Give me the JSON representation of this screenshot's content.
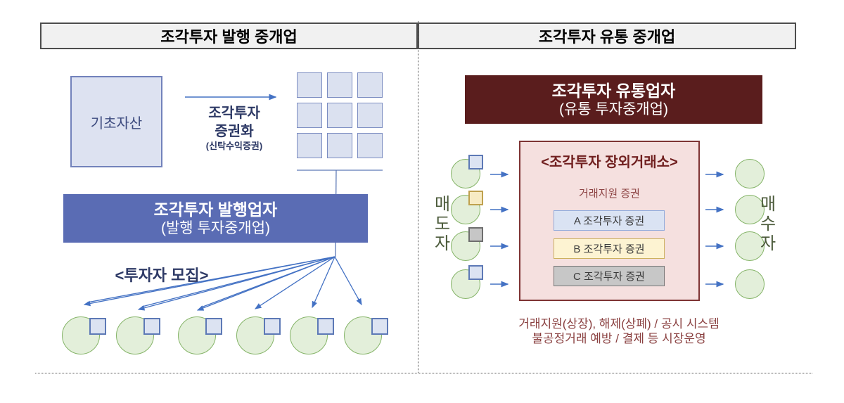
{
  "left_panel": {
    "header": "조각투자 발행 중개업",
    "asset_box_label": "기초자산",
    "securitization_line1": "조각투자",
    "securitization_line2": "증권화",
    "securitization_line3": "(신탁수익증권)",
    "issuer_banner_title": "조각투자 발행업자",
    "issuer_banner_subtitle": "(발행 투자중개업)",
    "recruit_label": "<투자자 모집>",
    "investor_count": 6,
    "token_grid_cells": 9
  },
  "right_panel": {
    "header": "조각투자 유통 중개업",
    "distributor_banner_title": "조각투자 유통업자",
    "distributor_banner_subtitle": "(유통 투자중개업)",
    "exchange_title": "<조각투자 장외거래소>",
    "exchange_subtitle": "거래지원 증권",
    "securities": [
      "A 조각투자 증권",
      "B 조각투자 증권",
      "C 조각투자 증권"
    ],
    "seller_label": "매도자",
    "seller_label_chars": [
      "매",
      "도",
      "자"
    ],
    "buyer_label": "매수자",
    "buyer_label_chars": [
      "매",
      "수",
      "자"
    ],
    "footer_line1": "거래지원(상장), 해제(상폐) / 공시 시스템",
    "footer_line2": "불공정거래 예방 / 결제 등 시장운영"
  },
  "colors": {
    "arrow_blue": "#4472c4",
    "issuer_banner": "#5a6cb4",
    "distributor_banner": "#5a1d1d",
    "exchange_fill": "#f5e0df",
    "exchange_border": "#7e3434",
    "circle_fill": "#e3efda",
    "circle_border": "#85b468",
    "token_blue_fill": "#dce3f2",
    "token_yellow_fill": "#f7ebc4",
    "token_gray_fill": "#c6c6c6",
    "security_a_fill": "#dae3f3",
    "security_b_fill": "#fdf3d2",
    "security_c_fill": "#c7c7c7",
    "header_fill": "#f1f1f1",
    "navy_text": "#2e3a66",
    "maroon_text": "#8a4040"
  }
}
